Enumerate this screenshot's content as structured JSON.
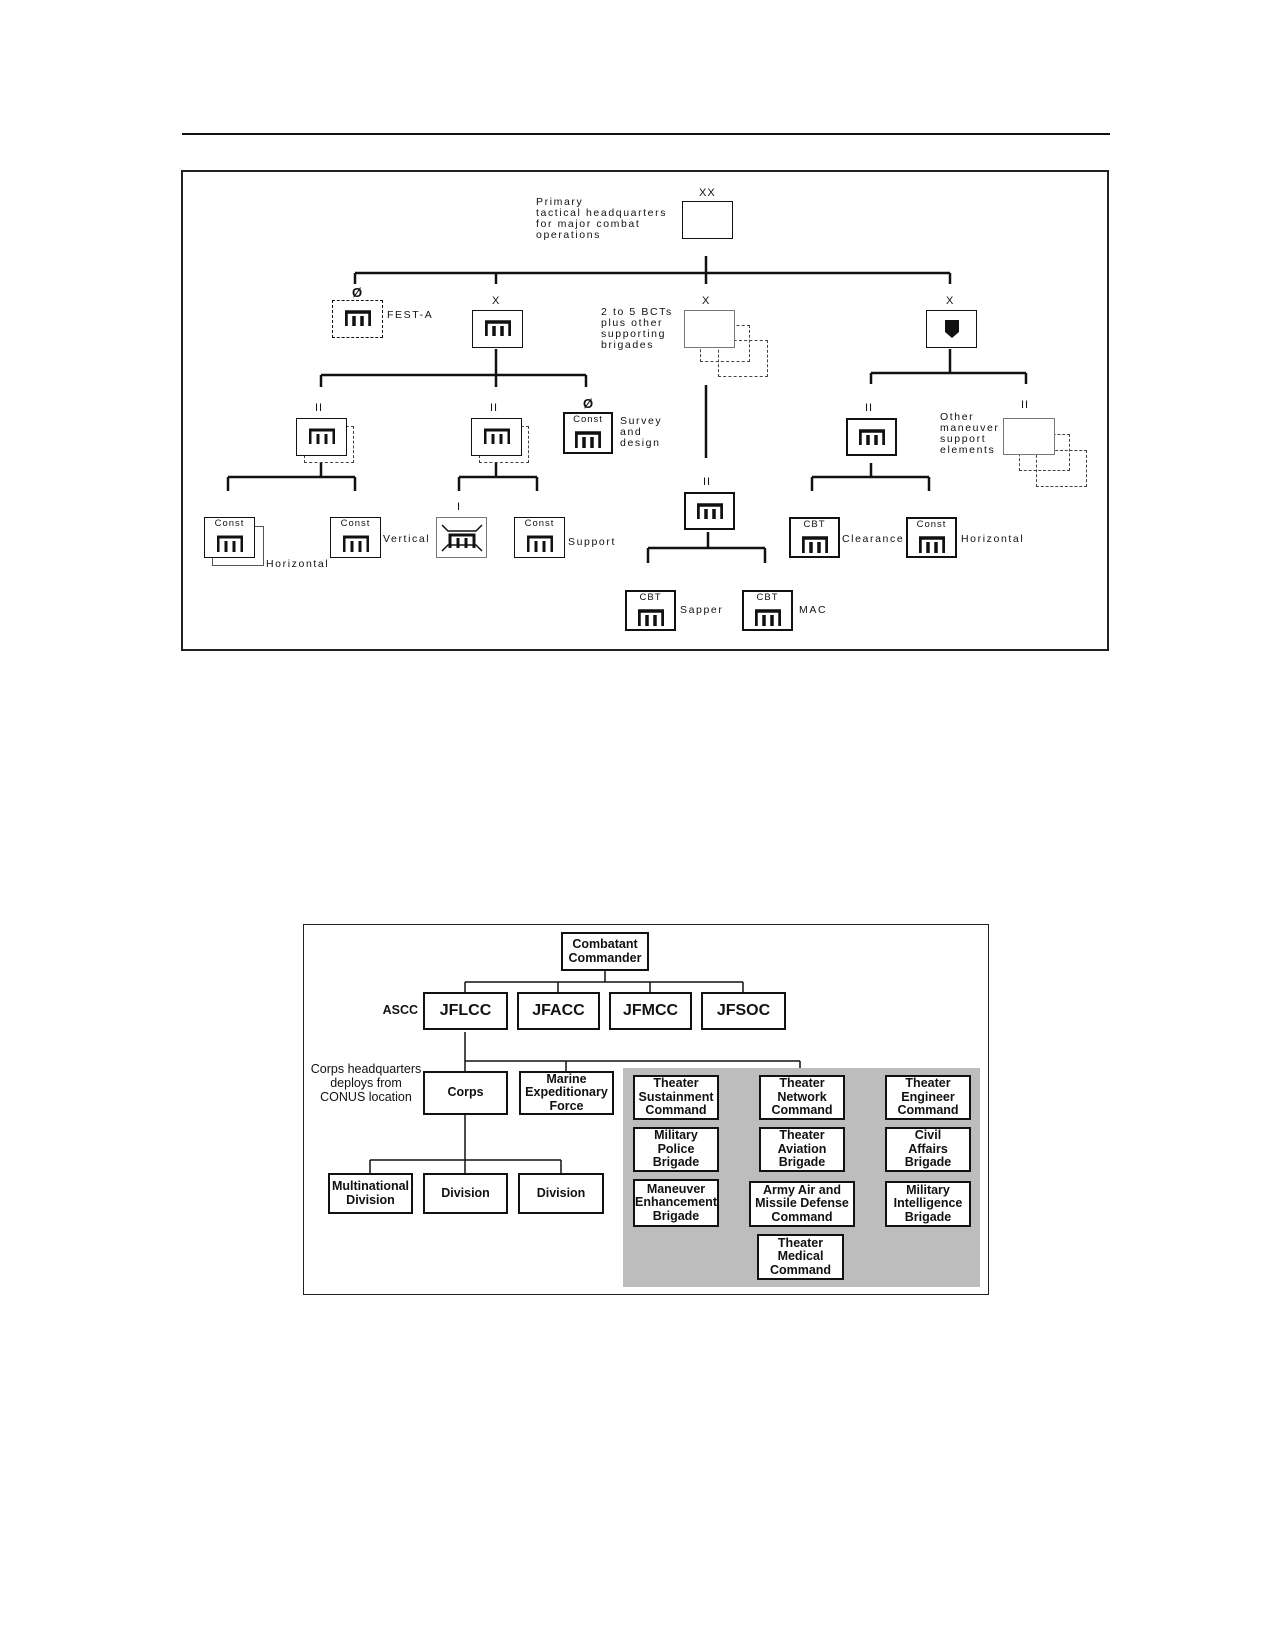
{
  "top": {
    "hq_label": "Primary\ntactical headquarters\nfor major combat\noperations",
    "hq_echelon": "XX",
    "fest_symbol": "Ø",
    "fest_label": "FEST-A",
    "brigade_echelon": "X",
    "bct_label": "2 to 5 BCTs\nplus other\nsupporting\nbrigades",
    "battalion_echelon": "II",
    "company_echelon": "I",
    "survey_symbol": "Ø",
    "survey_label": "Survey\nand\ndesign",
    "other_label": "Other\nmaneuver\nsupport\nelements",
    "const": "Const",
    "cbt": "CBT",
    "horizontal_left": "Horizontal",
    "vertical": "Vertical",
    "support": "Support",
    "clearance": "Clearance",
    "horizontal_right": "Horizontal",
    "sapper": "Sapper",
    "mac": "MAC",
    "icons": [
      "engineer-icon",
      "bridge-icon",
      "maneuver-support-icon"
    ]
  },
  "bottom": {
    "combatant": "Combatant\nCommander",
    "ascc": "ASCC",
    "components": [
      "JFLCC",
      "JFACC",
      "JFMCC",
      "JFSOC"
    ],
    "corps_note": "Corps headquarters\ndeploys from\nCONUS location",
    "corps": "Corps",
    "mef": "Marine\nExpeditionary\nForce",
    "divisions": [
      "Multinational\nDivision",
      "Division",
      "Division"
    ],
    "theater": [
      "Theater\nSustainment\nCommand",
      "Theater\nNetwork\nCommand",
      "Theater\nEngineer\nCommand",
      "Military\nPolice\nBrigade",
      "Theater\nAviation\nBrigade",
      "Civil\nAffairs\nBrigade",
      "Maneuver\nEnhancement\nBrigade",
      "Army Air and\nMissile Defense\nCommand",
      "Military\nIntelligence\nBrigade",
      "Theater\nMedical\nCommand"
    ]
  }
}
